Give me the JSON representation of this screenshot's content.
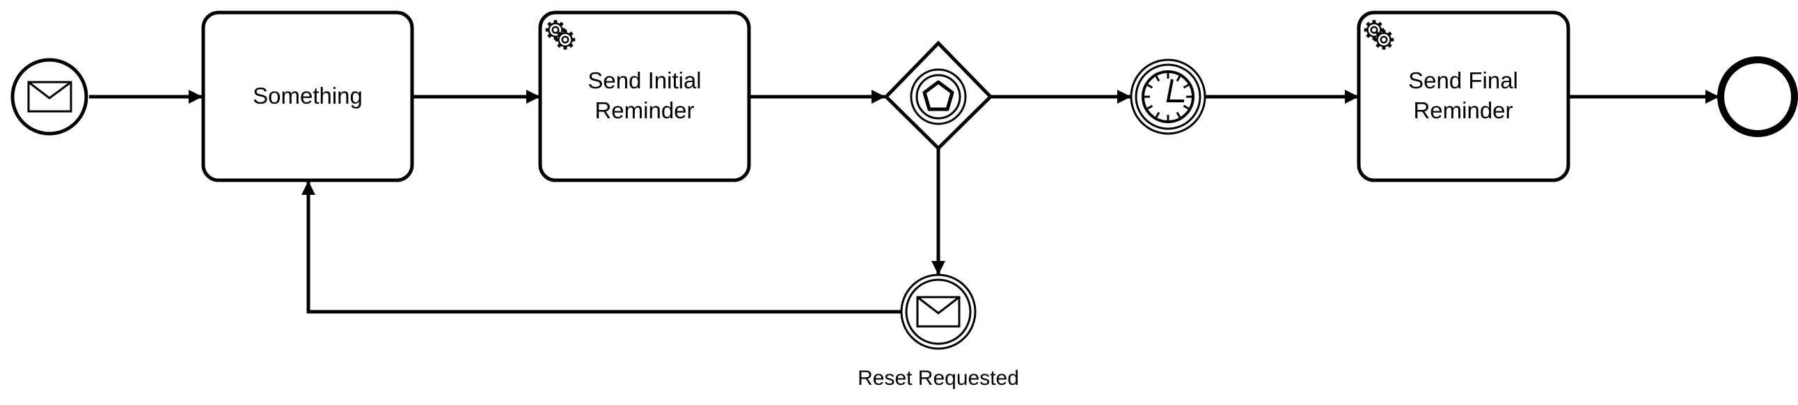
{
  "diagram": {
    "tasks": {
      "something": {
        "label_lines": [
          "Something"
        ]
      },
      "send_initial_reminder": {
        "label_lines": [
          "Send Initial",
          "Reminder"
        ]
      },
      "send_final_reminder": {
        "label_lines": [
          "Send Final",
          "Reminder"
        ]
      }
    },
    "events": {
      "reset_requested": {
        "label": "Reset Requested"
      }
    },
    "icons": {
      "start_event": "envelope-icon",
      "service_task": "gear-icon",
      "gateway": "pentagon-icon",
      "timer_event": "clock-icon",
      "message_catch_event": "envelope-icon"
    },
    "colors": {
      "stroke": "#000000",
      "fill": "#ffffff"
    }
  }
}
